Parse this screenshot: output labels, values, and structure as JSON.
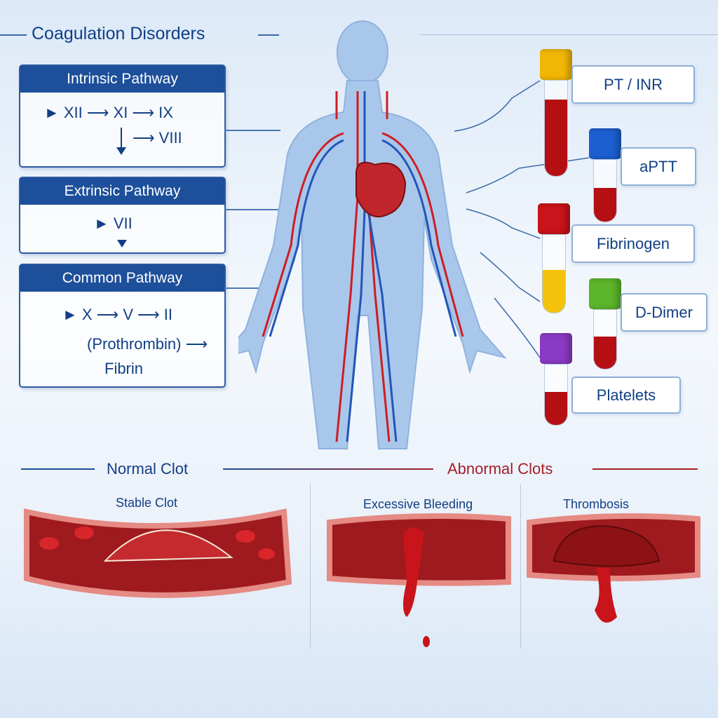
{
  "title": "Coagulation Disorders",
  "pathways": [
    {
      "name": "Intrinsic Pathway",
      "line1": "► XII ⟶ XI ⟶ IX",
      "line2": "⟶ VIII"
    },
    {
      "name": "Extrinsic Pathway",
      "line1": "► VII"
    },
    {
      "name": "Common Pathway",
      "line1": "► X ⟶ V ⟶ II",
      "line2": "(Prothrombin) ⟶",
      "line3": "Fibrin"
    }
  ],
  "tests": [
    {
      "label": "PT / INR",
      "cap": "#f2b705",
      "liquid": "#b50f14"
    },
    {
      "label": "aPTT",
      "cap": "#1c5fd0",
      "liquid": "#b50f14"
    },
    {
      "label": "Fibrinogen",
      "cap": "#c8141a",
      "liquid": "#f3c20a"
    },
    {
      "label": "D-Dimer",
      "cap": "#5cb52a",
      "liquid": "#b50f14"
    },
    {
      "label": "Platelets",
      "cap": "#8a3ac4",
      "liquid": "#b50f14"
    }
  ],
  "sections": {
    "normal": "Normal Clot",
    "abnormal": "Abnormal Clots"
  },
  "panels": [
    "Stable Clot",
    "Excessive Bleeding",
    "Thrombosis"
  ],
  "colors": {
    "navy": "#1d4f9a",
    "abnormal": "#a3202a"
  }
}
